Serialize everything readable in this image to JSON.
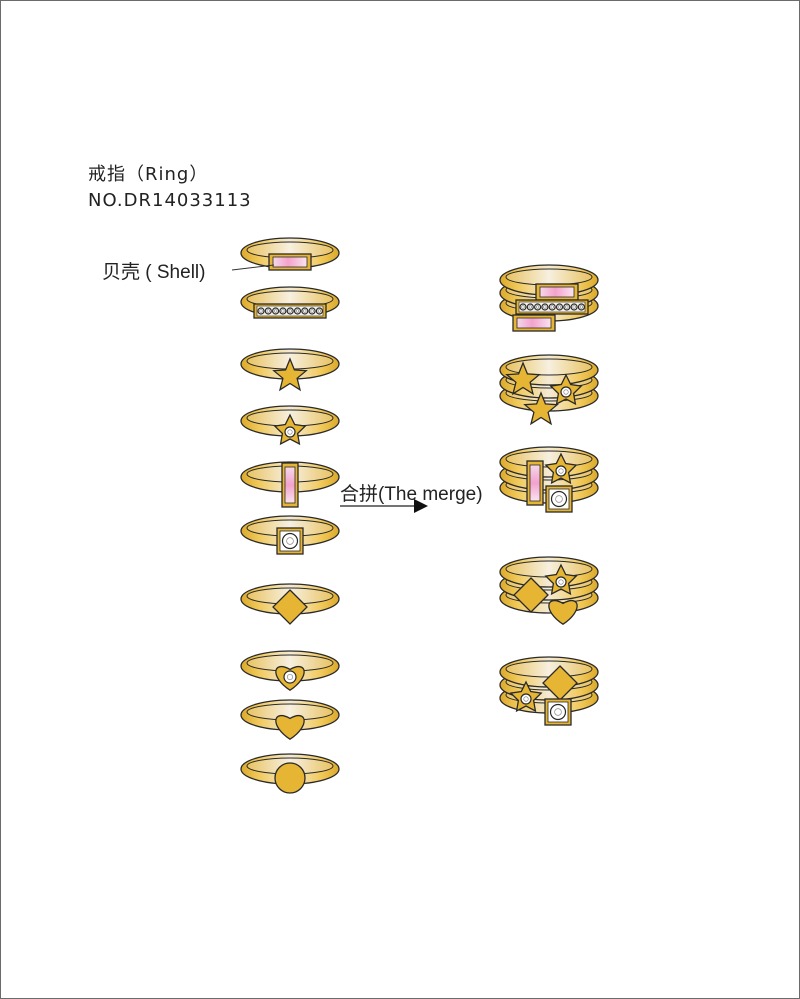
{
  "header": {
    "title": "戒指（Ring）",
    "product_no": "NO.DR14033113"
  },
  "callouts": {
    "shell": "贝壳 ( Shell)",
    "merge": "合拼(The merge)"
  },
  "single_rings": [
    {
      "motif": "shell-bar"
    },
    {
      "motif": "pave-bar"
    },
    {
      "motif": "star"
    },
    {
      "motif": "star-stone"
    },
    {
      "motif": "vertical-shell-bar"
    },
    {
      "motif": "square-stone"
    },
    {
      "motif": "diamond"
    },
    {
      "motif": "heart-stone"
    },
    {
      "motif": "heart"
    },
    {
      "motif": "circle"
    }
  ],
  "stacked_sets": [
    {
      "rings": 3,
      "motifs": [
        "shell-bar",
        "pave-bar",
        "shell-bar"
      ]
    },
    {
      "rings": 3,
      "motifs": [
        "star",
        "star-stone",
        "star"
      ]
    },
    {
      "rings": 3,
      "motifs": [
        "vertical-shell-bar",
        "star-stone",
        "square-stone"
      ]
    },
    {
      "rings": 3,
      "motifs": [
        "diamond",
        "star-stone",
        "heart"
      ]
    },
    {
      "rings": 3,
      "motifs": [
        "star-stone",
        "diamond",
        "square-stone"
      ]
    }
  ],
  "colors": {
    "gold": "#e6b533",
    "gold_light": "#f4ebd2",
    "gold_dark": "#b88a1a",
    "outline": "#2a2a2a",
    "shell_pink": "#f3a6cf",
    "stone": "#ffffff",
    "frame": "#6b6b6b"
  }
}
